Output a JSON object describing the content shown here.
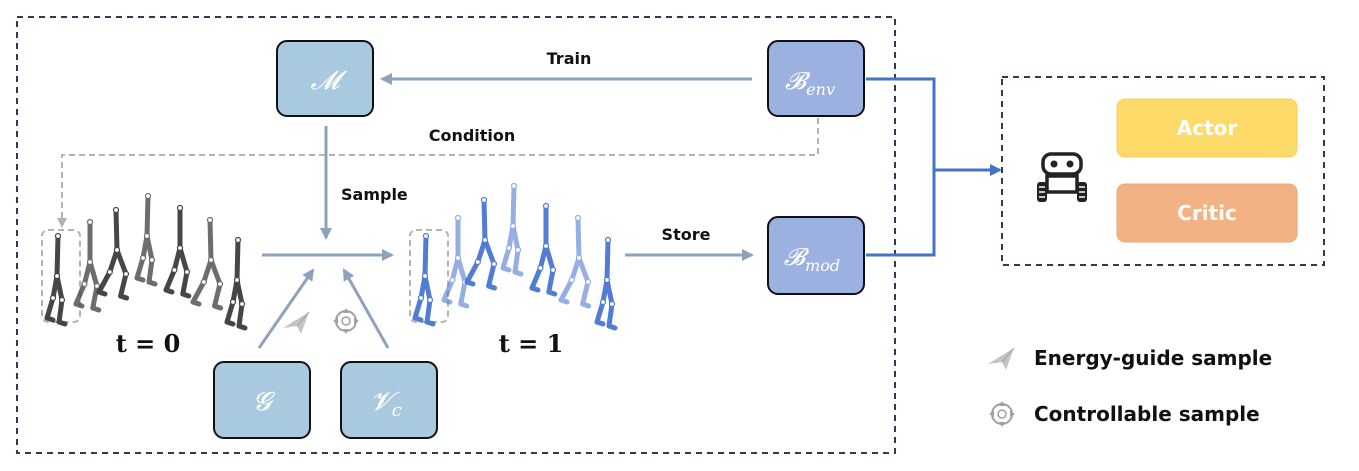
{
  "colors": {
    "light_box": "#a9c9df",
    "blue_box": "#9db1e0",
    "arrow_gray": "#8fa2bb",
    "link_blue": "#4472c4",
    "dashed_gray": "#b3b3b3",
    "actor": "#fedb68",
    "critic": "#f3b283",
    "figure_dark": "#3d3d3d",
    "figure_blue": "#3f6fd1"
  },
  "boxes": {
    "model": {
      "symbol": "𝓜"
    },
    "buffer_env": {
      "symbol": "𝓑",
      "subscript": "env"
    },
    "buffer_mod": {
      "symbol": "𝓑",
      "subscript": "mod"
    },
    "guide": {
      "symbol": "𝓖"
    },
    "value": {
      "symbol": "𝓥",
      "subscript": "c"
    }
  },
  "labels": {
    "train": "Train",
    "condition": "Condition",
    "sample": "Sample",
    "store": "Store",
    "t0": "t = 0",
    "t1": "t = 1"
  },
  "agent": {
    "icon": "robot-icon",
    "actor": "Actor",
    "critic": "Critic"
  },
  "legend": {
    "energy": {
      "icon": "paper-plane-icon",
      "label": "Energy-guide sample"
    },
    "control": {
      "icon": "target-circle-icon",
      "label": "Controllable sample"
    }
  }
}
